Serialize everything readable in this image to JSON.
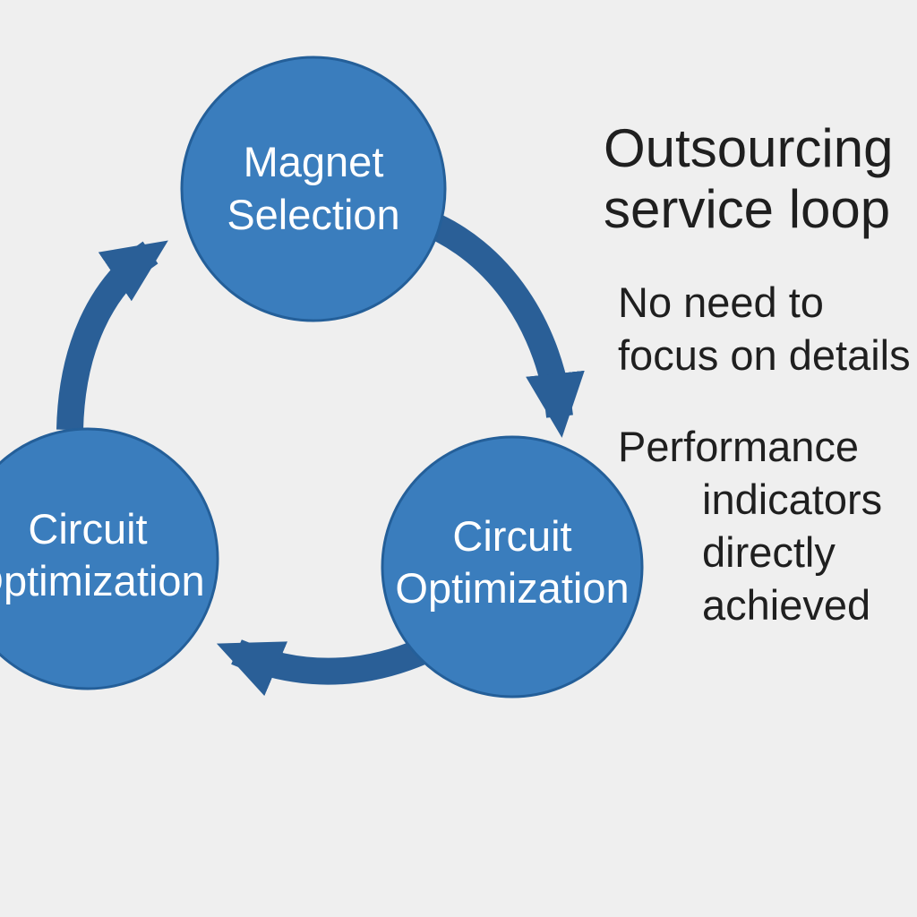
{
  "diagram": {
    "nodes": [
      {
        "id": "magnet-selection",
        "lines": [
          "Magnet",
          "Selection"
        ]
      },
      {
        "id": "circuit-optimization-right",
        "lines": [
          "Circuit",
          "Optimization"
        ]
      },
      {
        "id": "circuit-optimization-left",
        "lines": [
          "Circuit",
          "Optimization"
        ]
      }
    ],
    "edges": [
      {
        "from": "magnet-selection",
        "to": "circuit-optimization-right"
      },
      {
        "from": "circuit-optimization-right",
        "to": "circuit-optimization-left"
      },
      {
        "from": "circuit-optimization-left",
        "to": "magnet-selection"
      }
    ],
    "colors": {
      "node_fill": "#3a7dbd",
      "node_stroke": "#245f99",
      "arrow": "#2a5f97",
      "background": "#efefef"
    }
  },
  "heading": {
    "line1": "Outsourcing",
    "line2": "service loop"
  },
  "points": [
    {
      "lines": [
        "No need to",
        "focus on details"
      ]
    },
    {
      "lines": [
        "Performance",
        "indicators",
        "directly",
        "achieved"
      ]
    }
  ]
}
